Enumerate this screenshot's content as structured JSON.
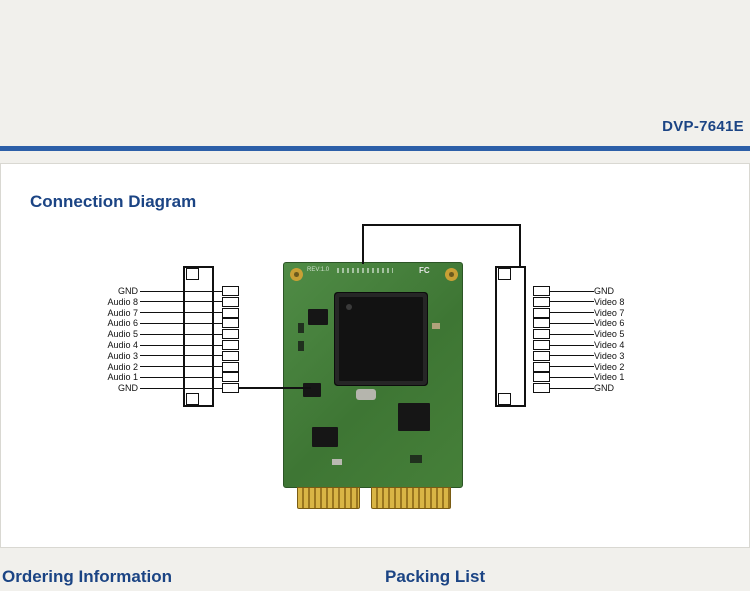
{
  "header": {
    "model": "DVP-7641E"
  },
  "connection_diagram": {
    "title": "Connection Diagram",
    "left_connector_labels": [
      "GND",
      "Audio 8",
      "Audio 7",
      "Audio 6",
      "Audio 5",
      "Audio 4",
      "Audio 3",
      "Audio 2",
      "Audio 1",
      "GND"
    ],
    "right_connector_labels": [
      "GND",
      "Video 8",
      "Video 7",
      "Video 6",
      "Video 5",
      "Video 4",
      "Video 3",
      "Video 2",
      "Video 1",
      "GND"
    ]
  },
  "board": {
    "fcc_mark": "FC",
    "revision_text": "REV:1.0"
  },
  "footer_sections": {
    "ordering_information": "Ordering Information",
    "packing_list": "Packing List"
  },
  "colors": {
    "accent_bar": "#2c5fa8",
    "heading_navy": "#1b4484",
    "board_green": "#44803a",
    "gold": "#c8a035",
    "wire_black": "#111111"
  }
}
